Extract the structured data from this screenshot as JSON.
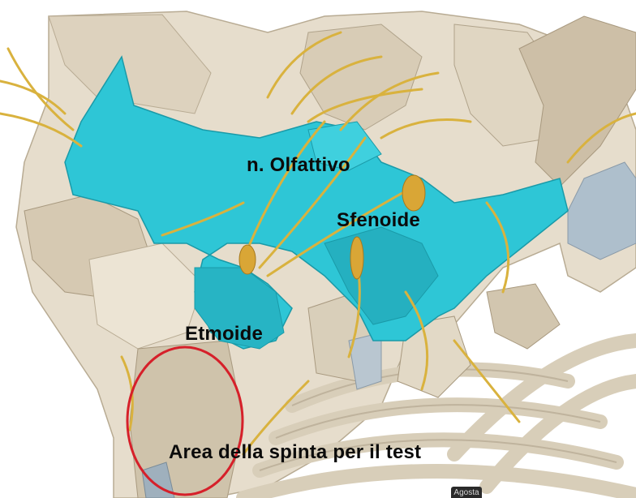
{
  "labels": {
    "olfactory_nerve": "n. Olfattivo",
    "sphenoid": "Sfenoide",
    "ethmoid": "Etmoide",
    "thrust_area": "Area della spinta per il test"
  },
  "badge": {
    "text": "Agosta"
  },
  "colors": {
    "bone": "#e6ddcc",
    "bone_shadow": "#c8bca6",
    "highlighted_bone": "#2ec6d6",
    "nerve": "#d9b23e",
    "marker_ellipse": "#d6202a",
    "label_text": "#0b0b0b"
  }
}
